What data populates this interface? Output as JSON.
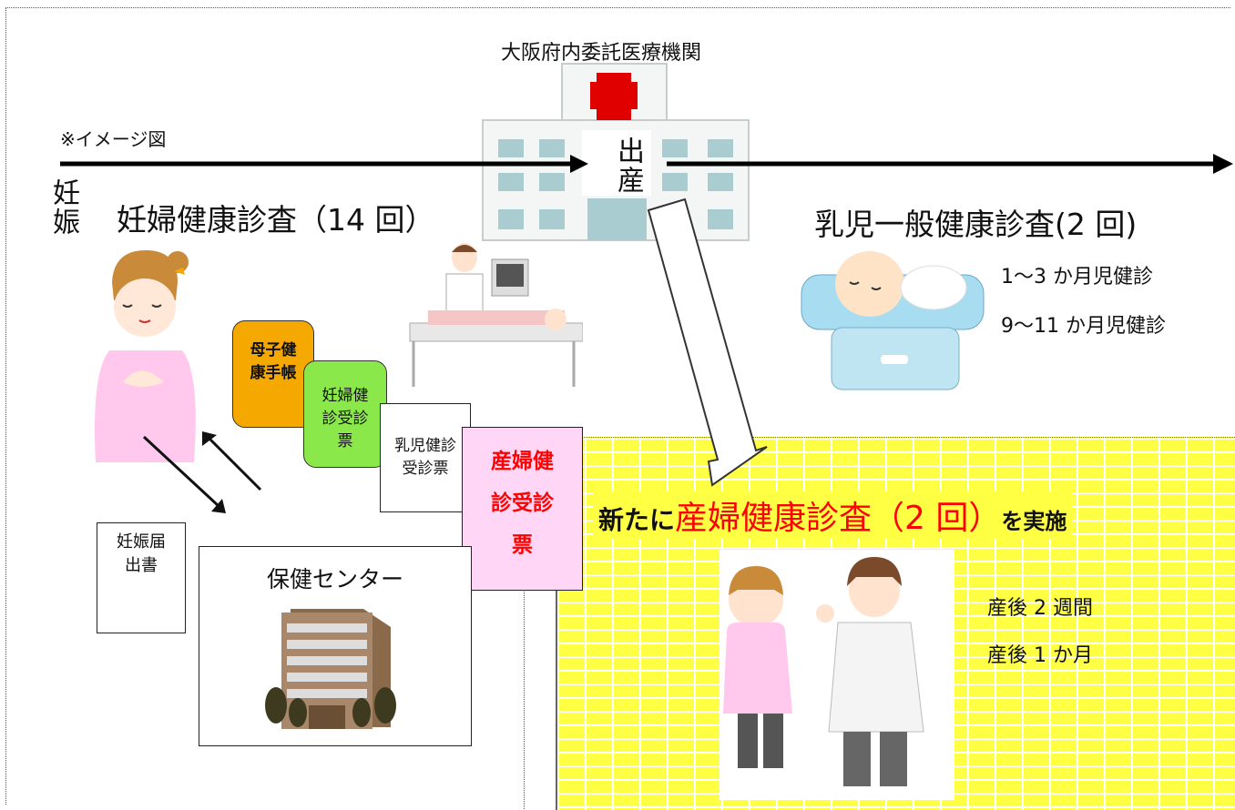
{
  "hospital": {
    "label": "大阪府内委託医療機関",
    "birth_label": "出産"
  },
  "timeline": {
    "note": "※イメージ図",
    "pregnancy_label": "妊娠"
  },
  "pregnancy_checkup": {
    "title": "妊婦健康診査（14 回）"
  },
  "infant_checkup": {
    "title": "乳児一般健康診査(2 回)",
    "items": [
      "1〜3 か月児健診",
      "9〜11 か月児健診"
    ]
  },
  "documents": {
    "mother_child_handbook": "母子健康手帳",
    "prenatal_ticket": "妊婦健診受診票",
    "infant_ticket": "乳児健診受診票",
    "postpartum_ticket": "産婦健診受診票",
    "pregnancy_notification": "妊娠届出書"
  },
  "health_center": {
    "label": "保健センター"
  },
  "postpartum_checkup": {
    "prefix": "新たに",
    "highlight": "産婦健康診査（2 回）",
    "suffix": "を実施",
    "items": [
      "産後 2 週間",
      "産後 1 か月"
    ]
  },
  "colors": {
    "handbook": "#f5a800",
    "prenatal": "#8be84b",
    "postpartum_ticket_bg": "#ffd6f5",
    "highlight_red": "#ff0000",
    "brick_yellow": "#ffff44"
  }
}
